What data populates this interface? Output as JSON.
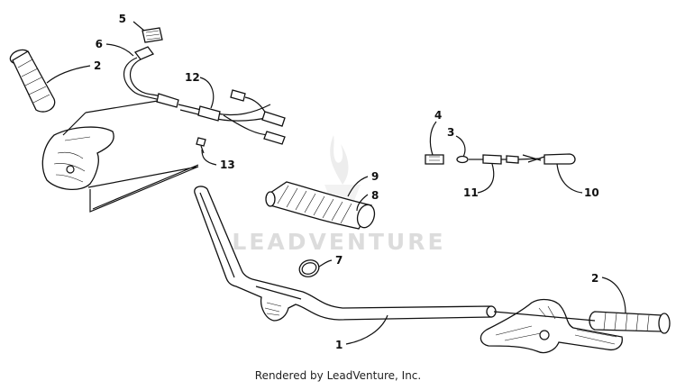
{
  "watermark": "LEADVENTURE",
  "footer": "Rendered by LeadVenture, Inc.",
  "callouts": [
    "5",
    "6",
    "2",
    "12",
    "13",
    "4",
    "3",
    "11",
    "10",
    "9",
    "8",
    "7",
    "2",
    "1"
  ]
}
